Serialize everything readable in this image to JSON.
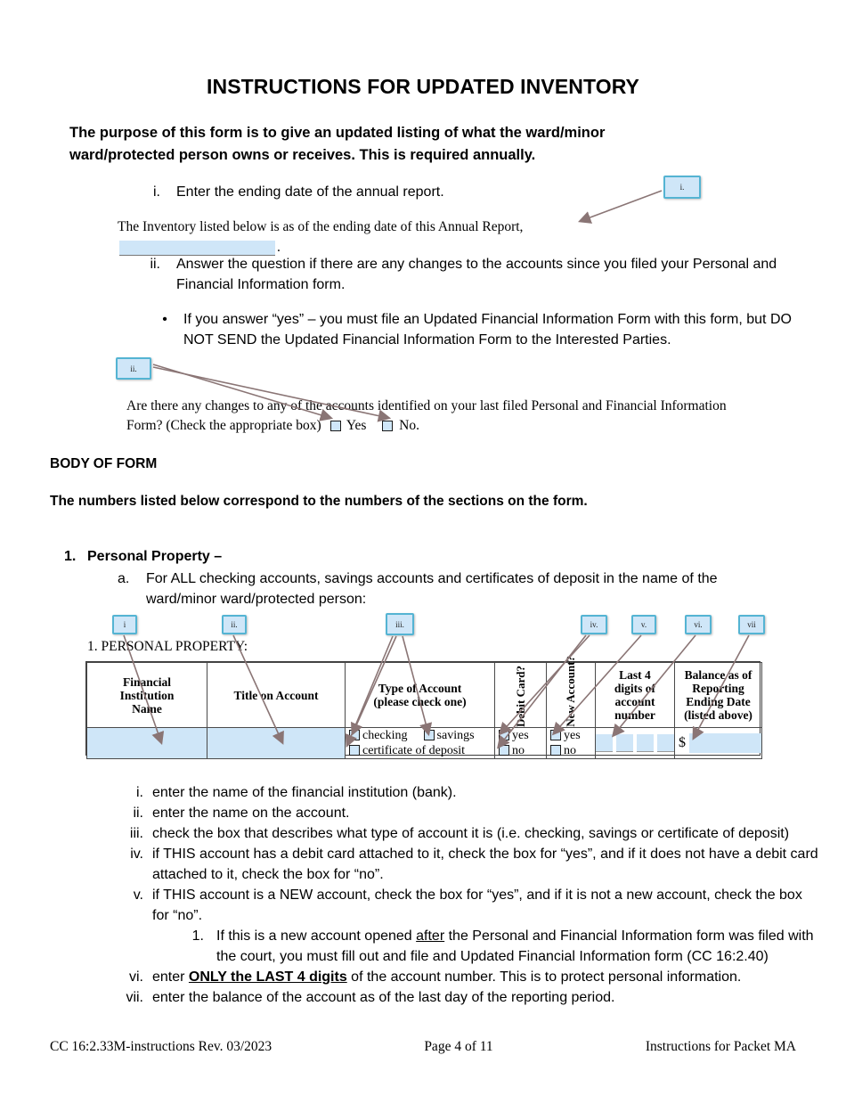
{
  "document": {
    "title": "INSTRUCTIONS FOR UPDATED INVENTORY",
    "purpose": "The purpose of this form is to give an updated listing of what the ward/minor ward/protected person owns or receives.  This is required annually."
  },
  "steps": {
    "i": {
      "marker": "i.",
      "text": "Enter the ending date of the annual report."
    },
    "ii": {
      "marker": "ii.",
      "text": "Answer the question if there are any changes to the accounts since you filed your Personal and Financial Information form."
    },
    "ii_bullet": {
      "marker": "•",
      "text": "If you answer “yes” – you must file an Updated Financial Information Form with this form, but DO NOT SEND the Updated Financial Information Form to the Interested Parties."
    }
  },
  "form_snippets": {
    "inventory_line_prefix": "The Inventory listed below is as of the ending date of this Annual Report,",
    "inventory_line_suffix": ".",
    "question_line1": "Are there any changes to any of the accounts identified on your last filed Personal and Financial Information",
    "question_line2": "Form? (Check the appropriate box)",
    "yes_label": "Yes",
    "no_label": "No.",
    "personal_property_label": "1. PERSONAL PROPERTY:"
  },
  "body_of_form": {
    "heading": "BODY OF FORM",
    "subheading": "The numbers listed below correspond to the numbers of the sections on the form."
  },
  "section_1": {
    "number": "1.",
    "title": "Personal Property –",
    "item_a_marker": "a.",
    "item_a_text": "For ALL checking accounts, savings accounts and certificates of deposit in the name of the ward/minor ward/protected person:"
  },
  "callouts": [
    {
      "label": "i."
    },
    {
      "label": "ii."
    },
    {
      "label": "i"
    },
    {
      "label": "ii."
    },
    {
      "label": "iii."
    },
    {
      "label": "iv."
    },
    {
      "label": "v."
    },
    {
      "label": "vi."
    },
    {
      "label": "vii"
    }
  ],
  "table": {
    "headers": [
      "Financial Institution Name",
      "Title on Account",
      "Type of Account (please check one)",
      "Debit Card?",
      "New Account?",
      "Last 4 digits of account number",
      "Balance as of Reporting Ending Date (listed above)"
    ],
    "header_lines": {
      "col1": [
        "Financial",
        "Institution",
        "Name"
      ],
      "col2": [
        "Title on Account"
      ],
      "col3": [
        "Type of Account",
        "(please check one)"
      ],
      "col4": "Debit Card?",
      "col5": "New Account?",
      "col6": [
        "Last 4",
        "digits of",
        "account",
        "number"
      ],
      "col7": [
        "Balance as of",
        "Reporting",
        "Ending Date",
        "(listed above)"
      ]
    },
    "row": {
      "type_options": [
        "checking",
        "savings",
        "certificate of deposit"
      ],
      "debit_options": [
        "yes",
        "no"
      ],
      "new_account_options": [
        "yes",
        "no"
      ],
      "digit_box_count": 4,
      "currency_symbol": "$"
    }
  },
  "instructions_list": [
    {
      "marker": "i.",
      "text": "enter the name of the financial institution (bank)."
    },
    {
      "marker": "ii.",
      "text": "enter the name on the account."
    },
    {
      "marker": "iii.",
      "text": "check the box that describes what type of account it is (i.e. checking, savings or certificate of deposit)"
    },
    {
      "marker": "iv.",
      "text": "if THIS account has a debit card attached to it, check the box for “yes”, and if it does not have a debit card attached to it, check the box for “no”."
    },
    {
      "marker": "v.",
      "text": "if THIS account is a NEW account, check the box for “yes”, and if it is not a new account, check the box for “no”."
    }
  ],
  "instructions_sub": {
    "marker": "1.",
    "text_part1": "If this is a new account opened ",
    "underlined": "after",
    "text_part2": " the Personal and Financial Information form was filed with the court, you must fill out and file and Updated Financial Information form (CC 16:2.40)"
  },
  "instructions_tail": [
    {
      "marker": "vi.",
      "prefix": "enter ",
      "bold_underline": "ONLY the LAST 4 digits",
      "suffix": " of the account number.  This is to protect personal information."
    },
    {
      "marker": "vii.",
      "prefix": "enter the balance of the account as of the last day of the reporting period.",
      "bold_underline": "",
      "suffix": ""
    }
  ],
  "footer": {
    "left": "CC 16:2.33M-instructions Rev. 03/2023",
    "center": "Page 4 of 11",
    "right": "Instructions for Packet MA"
  },
  "colors": {
    "field_fill": "#cfe6f8",
    "callout_border": "#54b4d3",
    "arrow": "#8a7575",
    "table_border": "#4a4a4a"
  }
}
